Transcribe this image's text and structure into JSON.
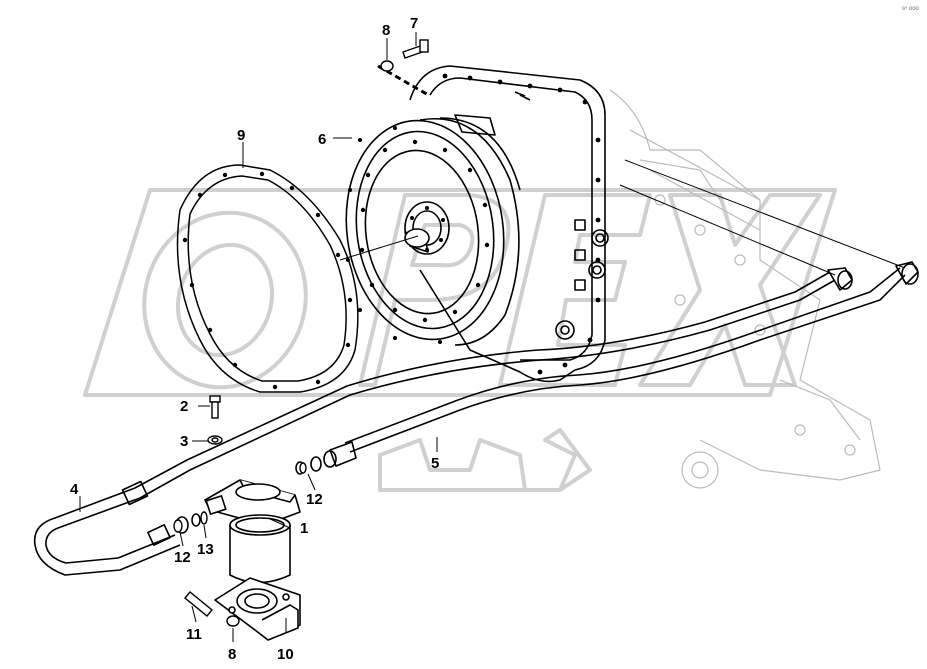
{
  "diagram": {
    "corner_code": "sⁿ ooo",
    "watermark_text": "OPEX",
    "colors": {
      "line": "#000000",
      "watermark": "#d9d9d9",
      "background": "#ffffff"
    },
    "callouts": [
      {
        "id": "c1",
        "label": "1"
      },
      {
        "id": "c2",
        "label": "2"
      },
      {
        "id": "c3",
        "label": "3"
      },
      {
        "id": "c4",
        "label": "4"
      },
      {
        "id": "c5",
        "label": "5"
      },
      {
        "id": "c6",
        "label": "6"
      },
      {
        "id": "c7",
        "label": "7"
      },
      {
        "id": "c8a",
        "label": "8"
      },
      {
        "id": "c8b",
        "label": "8"
      },
      {
        "id": "c9",
        "label": "9"
      },
      {
        "id": "c10",
        "label": "10"
      },
      {
        "id": "c11",
        "label": "11"
      },
      {
        "id": "c12a",
        "label": "12"
      },
      {
        "id": "c12b",
        "label": "12"
      },
      {
        "id": "c13",
        "label": "13"
      }
    ]
  }
}
